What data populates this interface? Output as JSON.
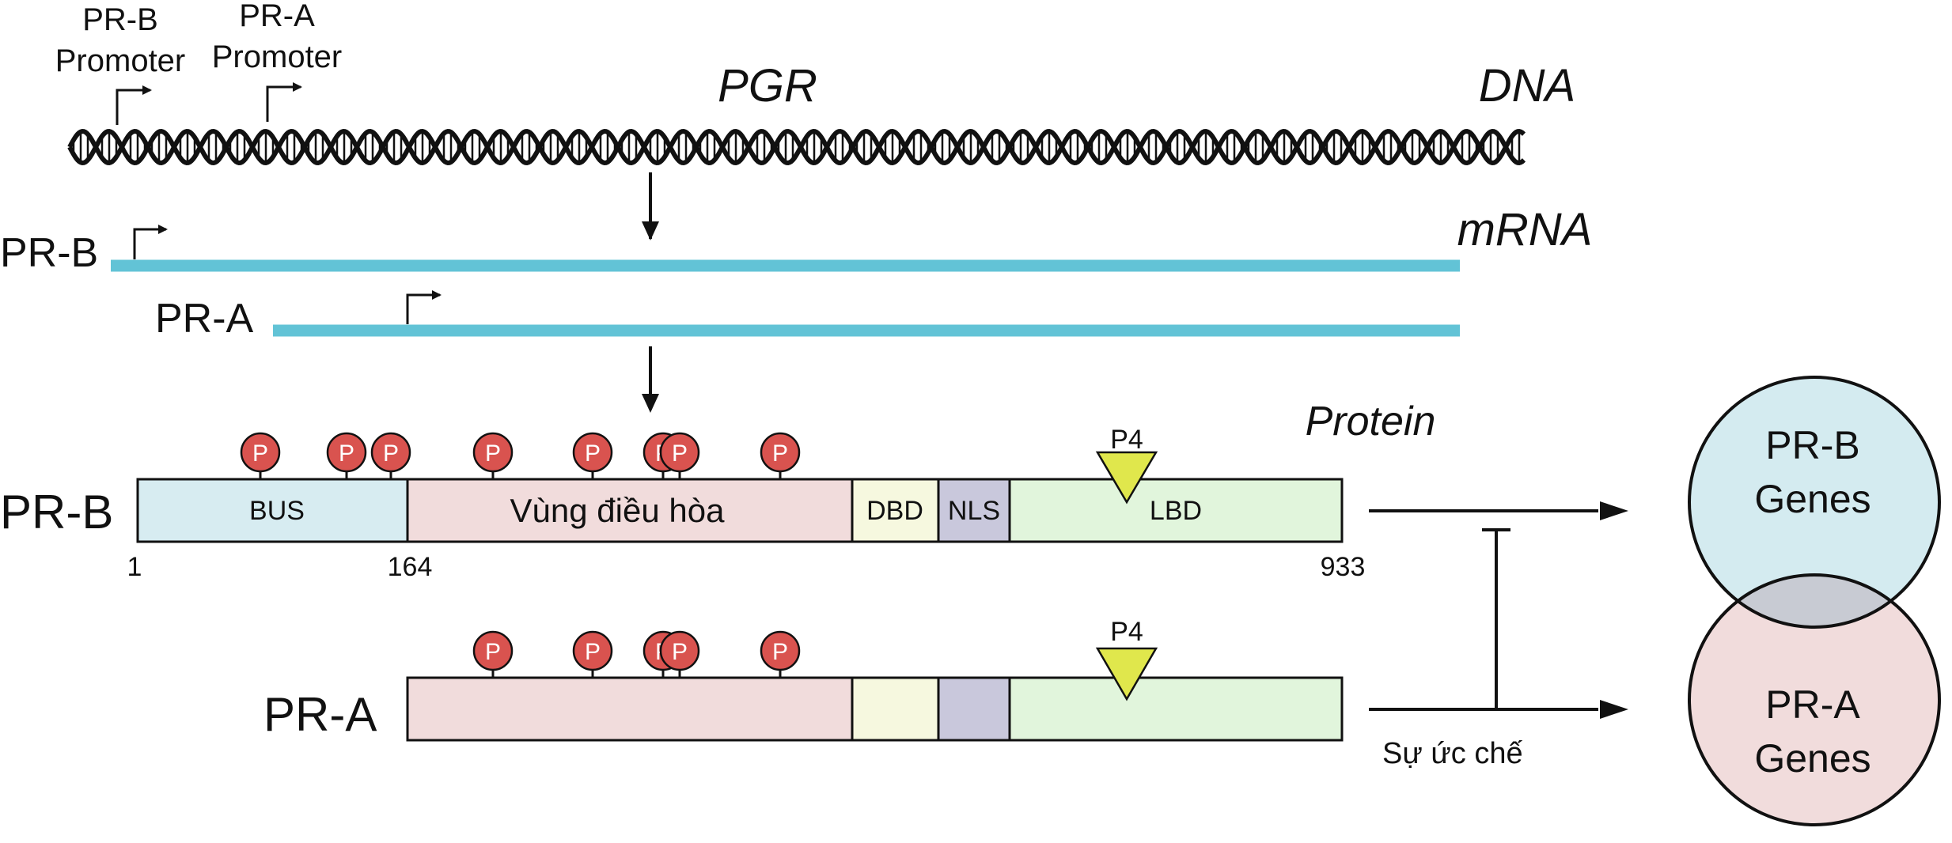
{
  "dna": {
    "label": "DNA",
    "gene": "PGR",
    "promoter_b": [
      "PR-B",
      "Promoter"
    ],
    "promoter_a": [
      "PR-A",
      "Promoter"
    ]
  },
  "mrna": {
    "label": "mRNA",
    "pr_b": "PR-B",
    "pr_a": "PR-A",
    "color": "#62c3d6"
  },
  "protein": {
    "label": "Protein",
    "pr_b": {
      "label": "PR-B",
      "domains": [
        {
          "name": "bus",
          "label": "BUS",
          "color": "#d7ecf1"
        },
        {
          "name": "regulatory",
          "label": "Vùng điều hòa",
          "color": "#f1dcdc"
        },
        {
          "name": "dbd",
          "label": "DBD",
          "color": "#f6f8df"
        },
        {
          "name": "nls",
          "label": "NLS",
          "color": "#c9c8dc"
        },
        {
          "name": "lbd",
          "label": "LBD",
          "color": "#e1f5dc"
        }
      ],
      "positions": [
        "1",
        "164",
        "933"
      ]
    },
    "pr_a": {
      "label": "PR-A"
    },
    "phospho_label": "P",
    "phospho_color": "#d9534f",
    "ligand_label": "P4",
    "ligand_color": "#e0e74c"
  },
  "genes": {
    "pr_b": [
      "PR-B",
      "Genes"
    ],
    "pr_a": [
      "PR-A",
      "Genes"
    ],
    "pr_b_color": "#d4ebf0",
    "pr_a_color": "#f1dcdc",
    "overlap_color": "#c8cbd3"
  },
  "inhibition_label": "Sự ức chế"
}
